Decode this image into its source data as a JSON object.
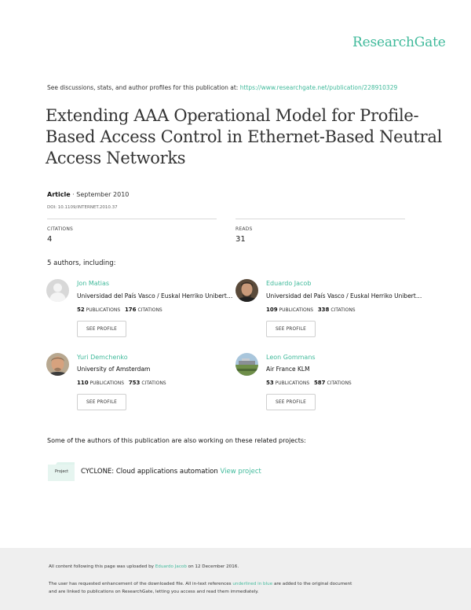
{
  "header": {
    "brand": "ResearchGate"
  },
  "see_line": {
    "prefix": "See discussions, stats, and author profiles for this publication at:",
    "url": "https://www.researchgate.net/publication/228910329"
  },
  "title": {
    "line1": "Extending AAA Operational Model for Profile-",
    "line2": "Based Access Control in Ethernet-Based Neutral",
    "line3": "Access Networks"
  },
  "meta": {
    "type": "Article",
    "date": " · September 2010",
    "doi": "DOI: 10.1109/INTERNET.2010.37"
  },
  "stats": {
    "citations_label": "CITATIONS",
    "citations_value": "4",
    "reads_label": "READS",
    "reads_value": "31"
  },
  "authors_heading": "5 authors, including:",
  "authors": [
    {
      "name": "Jon Matias",
      "institution": "Universidad del País Vasco / Euskal Herriko Unibertsitatea",
      "publications": "52",
      "citations": "176",
      "publications_label": "PUBLICATIONS",
      "citations_label": "CITATIONS",
      "button": "SEE PROFILE"
    },
    {
      "name": "Eduardo Jacob",
      "institution": "Universidad del País Vasco / Euskal Herriko Unibertsitatea",
      "publications": "109",
      "citations": "338",
      "publications_label": "PUBLICATIONS",
      "citations_label": "CITATIONS",
      "button": "SEE PROFILE"
    },
    {
      "name": "Yuri Demchenko",
      "institution": "University of Amsterdam",
      "publications": "110",
      "citations": "753",
      "publications_label": "PUBLICATIONS",
      "citations_label": "CITATIONS",
      "button": "SEE PROFILE"
    },
    {
      "name": "Leon Gommans",
      "institution": "Air France KLM",
      "publications": "53",
      "citations": "587",
      "publications_label": "PUBLICATIONS",
      "citations_label": "CITATIONS",
      "button": "SEE PROFILE"
    }
  ],
  "projects": {
    "heading": "Some of the authors of this publication are also working on these related projects:",
    "icon_label": "Project",
    "items": [
      {
        "title": "CYCLONE: Cloud applications automation",
        "link": "View project"
      }
    ]
  },
  "footer": {
    "line1_prefix": "All content following this page was uploaded by",
    "line1_user": "Eduardo Jacob",
    "line1_suffix": "on 12 December 2016.",
    "line2_prefix": "The user has requested enhancement of the downloaded file. All in-text references",
    "line2_link": "underlined in blue",
    "line2_suffix": "are added to the original document",
    "line3": "and are linked to publications on ResearchGate, letting you access and read them immediately."
  },
  "colors": {
    "accent": "#40ba9b",
    "footer_bg": "#efefef"
  }
}
